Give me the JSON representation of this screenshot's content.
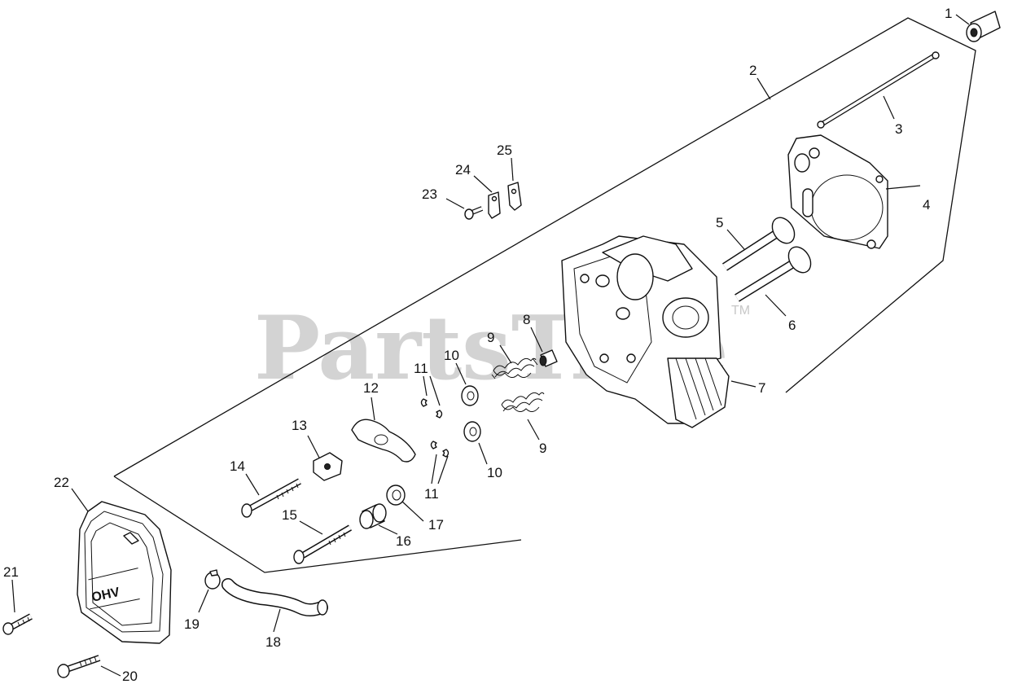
{
  "watermark": {
    "text": "PartsTree",
    "tm": "TM"
  },
  "cover_label": "OHV",
  "parts": [
    {
      "id": "p1",
      "label": "1"
    },
    {
      "id": "p2",
      "label": "2"
    },
    {
      "id": "p3",
      "label": "3"
    },
    {
      "id": "p4",
      "label": "4"
    },
    {
      "id": "p5",
      "label": "5"
    },
    {
      "id": "p6",
      "label": "6"
    },
    {
      "id": "p7",
      "label": "7"
    },
    {
      "id": "p8",
      "label": "8"
    },
    {
      "id": "p9a",
      "label": "9"
    },
    {
      "id": "p9b",
      "label": "9"
    },
    {
      "id": "p10a",
      "label": "10"
    },
    {
      "id": "p10b",
      "label": "10"
    },
    {
      "id": "p11a",
      "label": "11"
    },
    {
      "id": "p11b",
      "label": "11"
    },
    {
      "id": "p12",
      "label": "12"
    },
    {
      "id": "p13",
      "label": "13"
    },
    {
      "id": "p14",
      "label": "14"
    },
    {
      "id": "p15",
      "label": "15"
    },
    {
      "id": "p16",
      "label": "16"
    },
    {
      "id": "p17",
      "label": "17"
    },
    {
      "id": "p18",
      "label": "18"
    },
    {
      "id": "p19",
      "label": "19"
    },
    {
      "id": "p20",
      "label": "20"
    },
    {
      "id": "p21",
      "label": "21"
    },
    {
      "id": "p22",
      "label": "22"
    },
    {
      "id": "p23",
      "label": "23"
    },
    {
      "id": "p24",
      "label": "24"
    },
    {
      "id": "p25",
      "label": "25"
    }
  ]
}
